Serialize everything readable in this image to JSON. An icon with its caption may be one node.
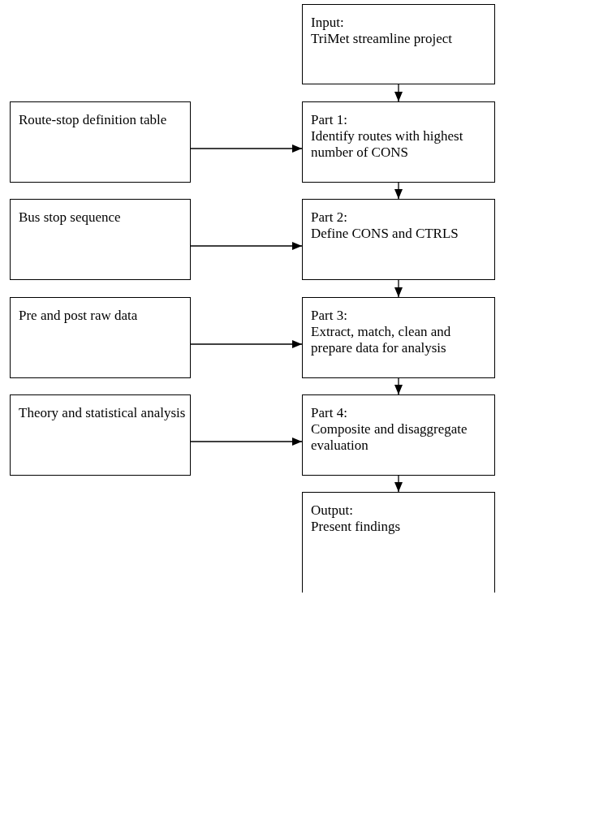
{
  "diagram": {
    "nodes": [
      {
        "text": [
          "Input:",
          "TriMet streamline project"
        ]
      },
      {
        "text": [
          "Route-stop definition table"
        ]
      },
      {
        "text": [
          "Part 1:",
          "Identify routes with highest number of CONS"
        ]
      },
      {
        "text": [
          "Bus stop sequence"
        ]
      },
      {
        "text": [
          "Part 2:",
          "Define CONS and CTRLS"
        ]
      },
      {
        "text": [
          "Pre and post raw data"
        ]
      },
      {
        "text": [
          "Part 3:",
          "Extract, match, clean and prepare data for analysis"
        ]
      },
      {
        "text": [
          "Theory and statistical analysis"
        ]
      },
      {
        "text": [
          "Part 4:",
          "Composite and disaggregate evaluation"
        ]
      },
      {
        "text": [
          "Output:",
          "Present findings"
        ]
      }
    ],
    "edges": [
      {
        "from": 0,
        "to": 2,
        "arrow": "to"
      },
      {
        "from": 1,
        "to": 2,
        "arrow": "to"
      },
      {
        "from": 2,
        "to": 4,
        "arrow": "to"
      },
      {
        "from": 3,
        "to": 4,
        "arrow": "to"
      },
      {
        "from": 4,
        "to": 6,
        "arrow": "to"
      },
      {
        "from": 5,
        "to": 6,
        "arrow": "to"
      },
      {
        "from": 6,
        "to": 8,
        "arrow": "to"
      },
      {
        "from": 7,
        "to": 8,
        "arrow": "to"
      },
      {
        "from": 8,
        "to": 9,
        "arrow": "to"
      }
    ]
  }
}
